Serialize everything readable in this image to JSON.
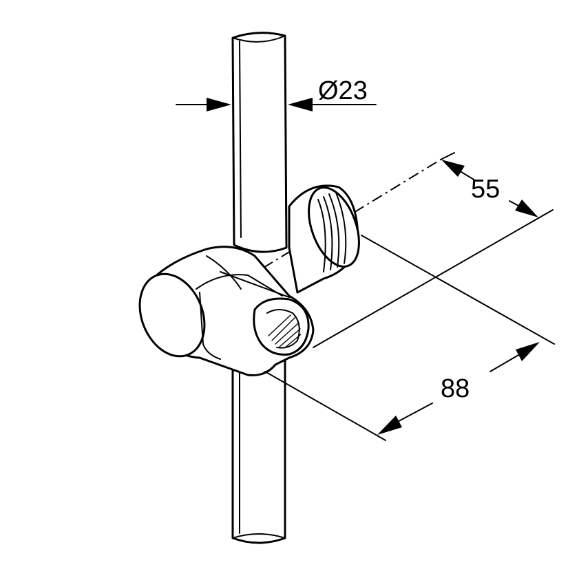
{
  "dimensions": {
    "rail_diameter": "Ø23",
    "depth": "55",
    "length": "88"
  }
}
